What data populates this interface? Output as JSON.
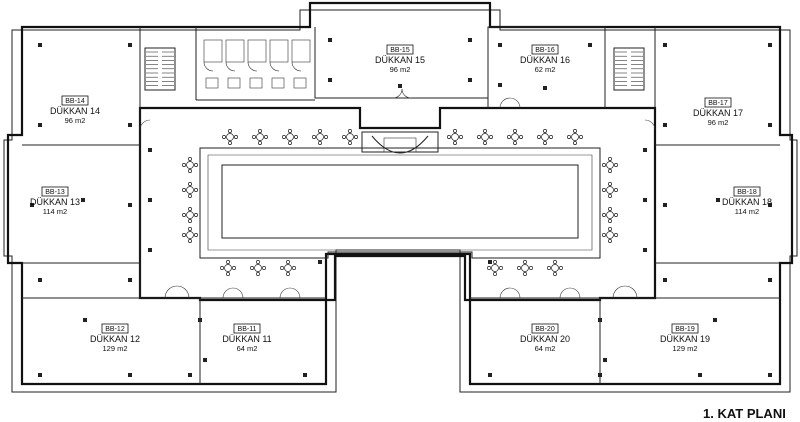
{
  "plan_title": "1. KAT PLANI",
  "shops": [
    {
      "code": "BB-14",
      "name": "DÜKKAN 14",
      "area": "96 m2"
    },
    {
      "code": "BB-15",
      "name": "DÜKKAN 15",
      "area": "96 m2"
    },
    {
      "code": "BB-16",
      "name": "DÜKKAN 16",
      "area": "62 m2"
    },
    {
      "code": "BB-17",
      "name": "DÜKKAN 17",
      "area": "96 m2"
    },
    {
      "code": "BB-13",
      "name": "DÜKKAN 13",
      "area": "114 m2"
    },
    {
      "code": "BB-18",
      "name": "DÜKKAN 18",
      "area": "114 m2"
    },
    {
      "code": "BB-12",
      "name": "DÜKKAN 12",
      "area": "129 m2"
    },
    {
      "code": "BB-11",
      "name": "DÜKKAN 11",
      "area": "64 m2"
    },
    {
      "code": "BB-20",
      "name": "DÜKKAN 20",
      "area": "64 m2"
    },
    {
      "code": "BB-19",
      "name": "DÜKKAN 19",
      "area": "129 m2"
    }
  ]
}
